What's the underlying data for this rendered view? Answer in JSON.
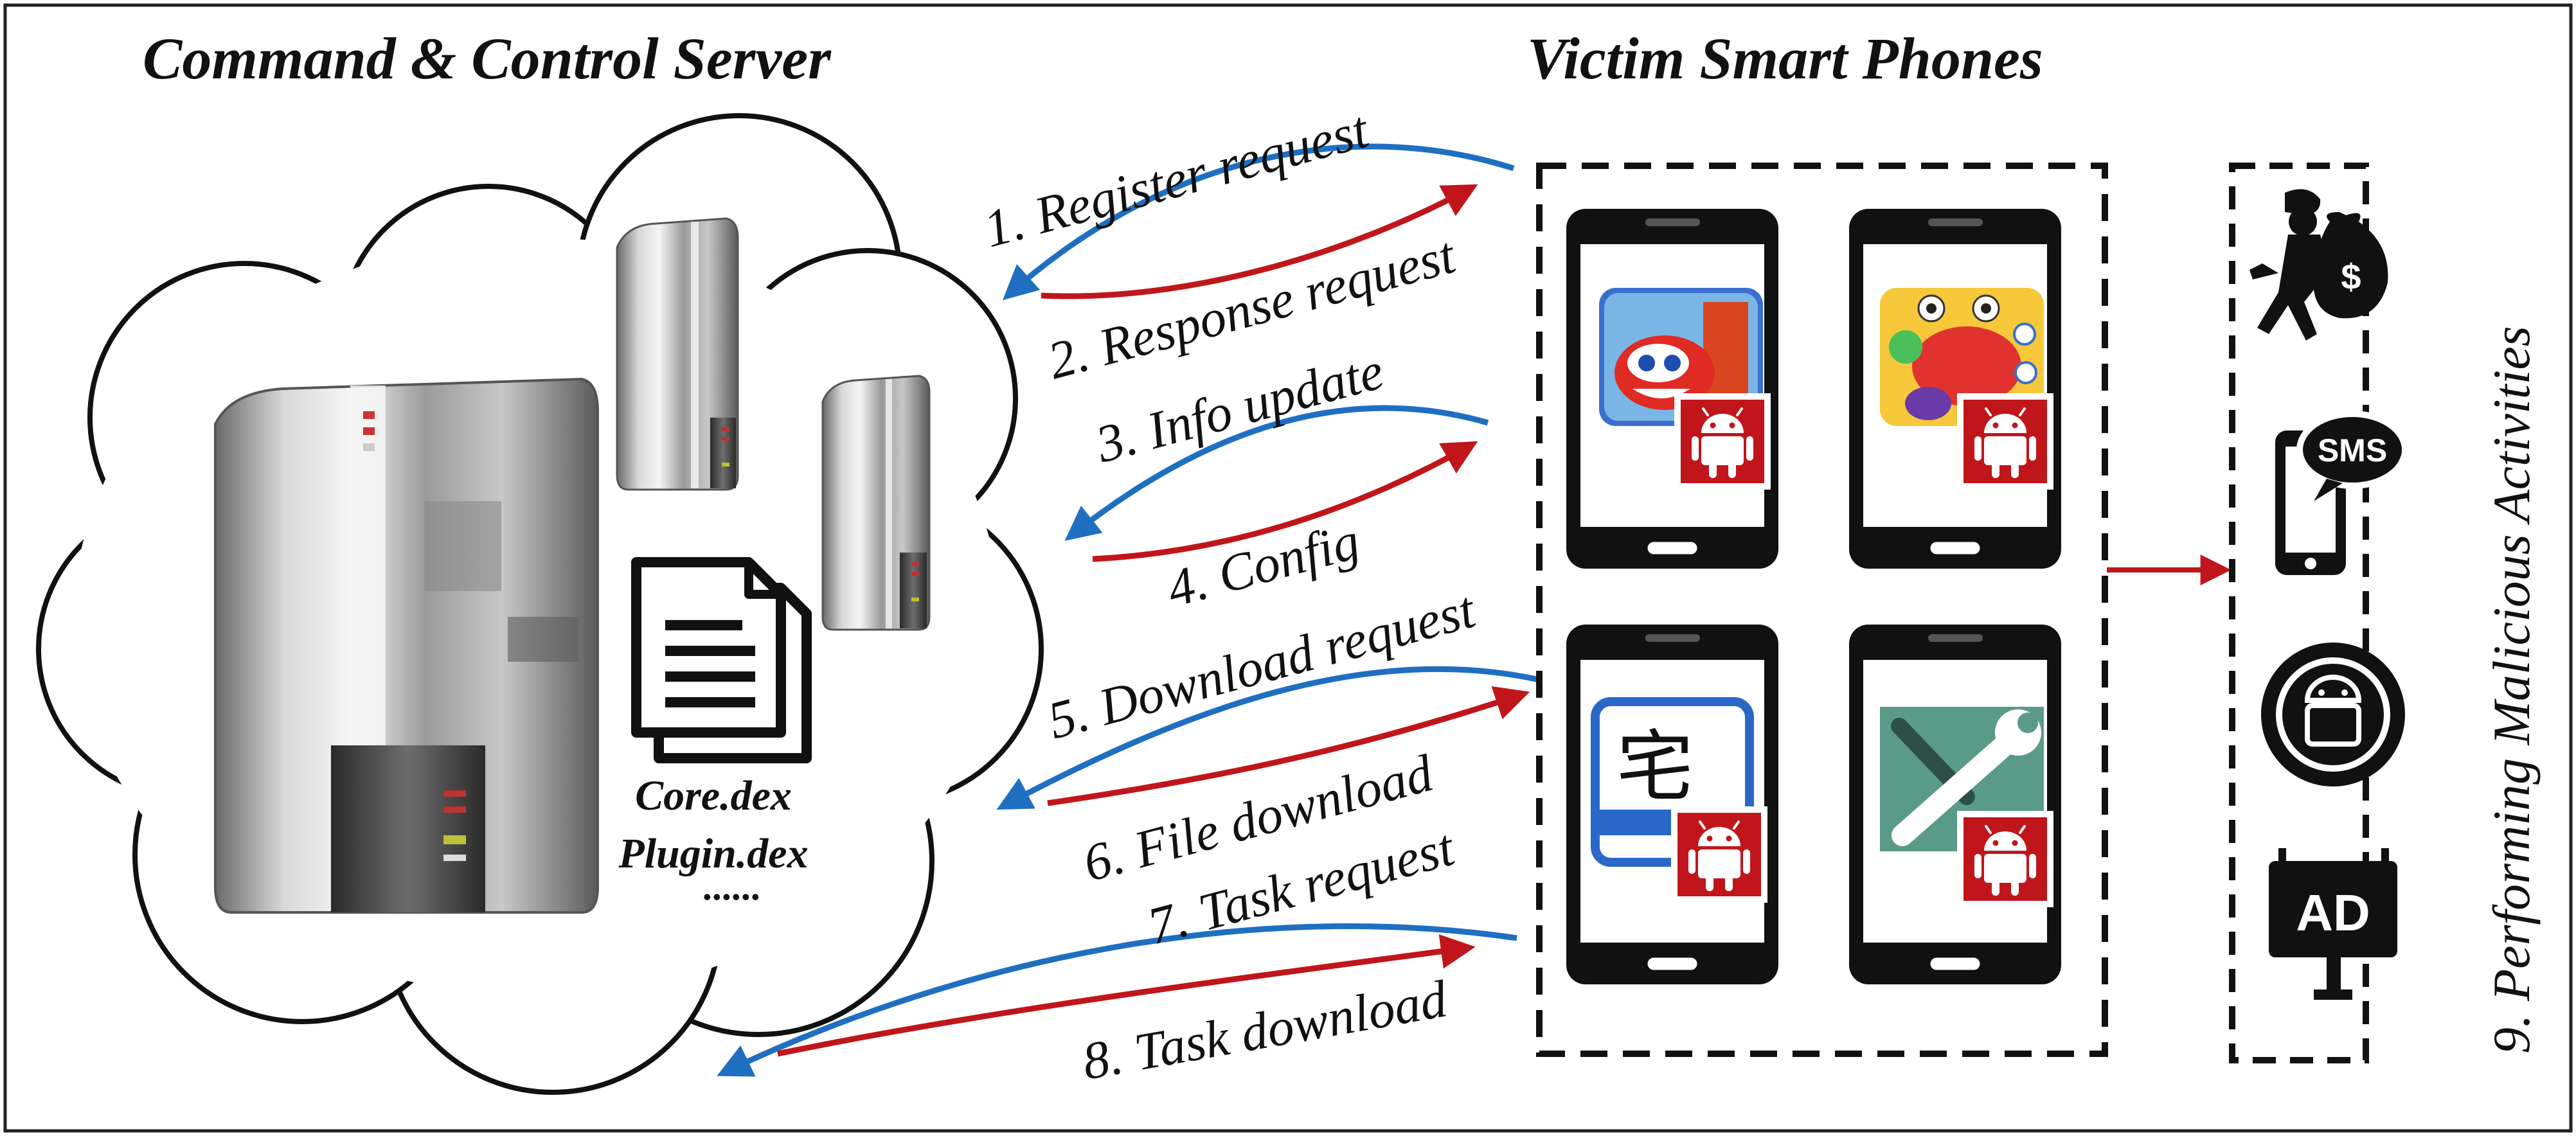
{
  "headings": {
    "server": "Command & Control Server",
    "phones": "Victim Smart Phones"
  },
  "files": {
    "core": "Core.dex",
    "plugin": "Plugin.dex",
    "more": "......"
  },
  "steps": [
    {
      "label": "1. Register request",
      "direction": "phone-to-server",
      "color": "#1f6fc1"
    },
    {
      "label": "2. Response request",
      "direction": "server-to-phone",
      "color": "#c0161b"
    },
    {
      "label": "3. Info update",
      "direction": "phone-to-server",
      "color": "#1f6fc1"
    },
    {
      "label": "4. Config",
      "direction": "server-to-phone",
      "color": "#c0161b"
    },
    {
      "label": "5. Download request",
      "direction": "phone-to-server",
      "color": "#1f6fc1"
    },
    {
      "label": "6. File download",
      "direction": "server-to-phone",
      "color": "#c0161b"
    },
    {
      "label": "7. Task request",
      "direction": "phone-to-server",
      "color": "#1f6fc1"
    },
    {
      "label": "8. Task download",
      "direction": "server-to-phone",
      "color": "#c0161b"
    }
  ],
  "activities": {
    "label": "9. Performing Malicious Activities",
    "icons": [
      "thief-moneybag-icon",
      "sms-phone-icon",
      "android-badge-icon",
      "ad-sign-icon"
    ],
    "sms_text": "SMS",
    "ad_text": "AD",
    "money_text": "$"
  },
  "apps": {
    "chinese_char": "宅"
  },
  "colors": {
    "request_arrow": "#1f6fc1",
    "response_arrow": "#c0161b",
    "android_red": "#c0161b"
  }
}
